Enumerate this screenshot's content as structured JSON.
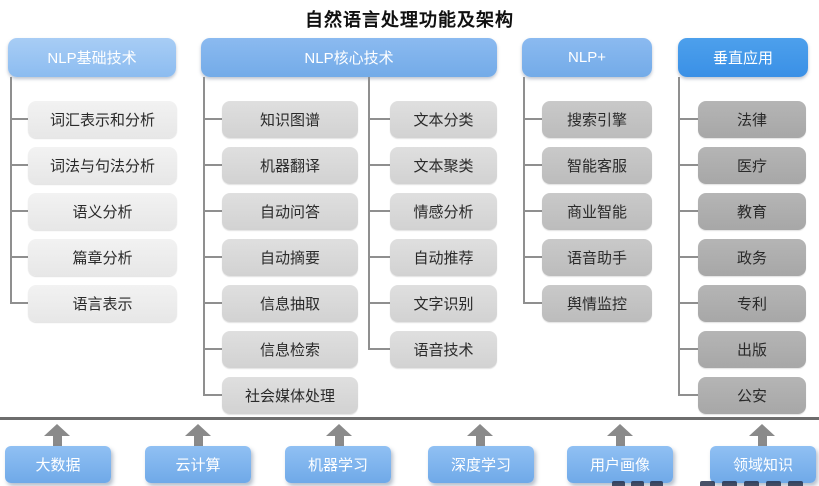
{
  "title": "自然语言处理功能及架构",
  "cols": {
    "basic": {
      "header": "NLP基础技术",
      "items": [
        "词汇表示和分析",
        "词法与句法分析",
        "语义分析",
        "篇章分析",
        "语言表示"
      ]
    },
    "core": {
      "header": "NLP核心技术",
      "left_items": [
        "知识图谱",
        "机器翻译",
        "自动问答",
        "自动摘要",
        "信息抽取",
        "信息检索",
        "社会媒体处理"
      ],
      "right_items": [
        "文本分类",
        "文本聚类",
        "情感分析",
        "自动推荐",
        "文字识别",
        "语音技术"
      ]
    },
    "plus": {
      "header": "NLP+",
      "items": [
        "搜索引擎",
        "智能客服",
        "商业智能",
        "语音助手",
        "舆情监控"
      ]
    },
    "vertical": {
      "header": "垂直应用",
      "items": [
        "法律",
        "医疗",
        "教育",
        "政务",
        "专利",
        "出版",
        "公安"
      ]
    }
  },
  "foundation": [
    "大数据",
    "云计算",
    "机器学习",
    "深度学习",
    "用户画像",
    "领域知识"
  ],
  "colors": {
    "header_light_blue": "#8cbcf0",
    "header_mid_blue": "#73abe8",
    "header_accent_blue": "#3a90e6",
    "item_gray_basic": "#ececec",
    "item_gray_core": "#d8d8d8",
    "item_gray_plus": "#c2c2c2",
    "item_gray_vertical": "#aeaeae",
    "foundation_blue": "#7eb2ea",
    "arrow_gray": "#8a8a8a",
    "connector_gray": "#8f8f8f"
  }
}
